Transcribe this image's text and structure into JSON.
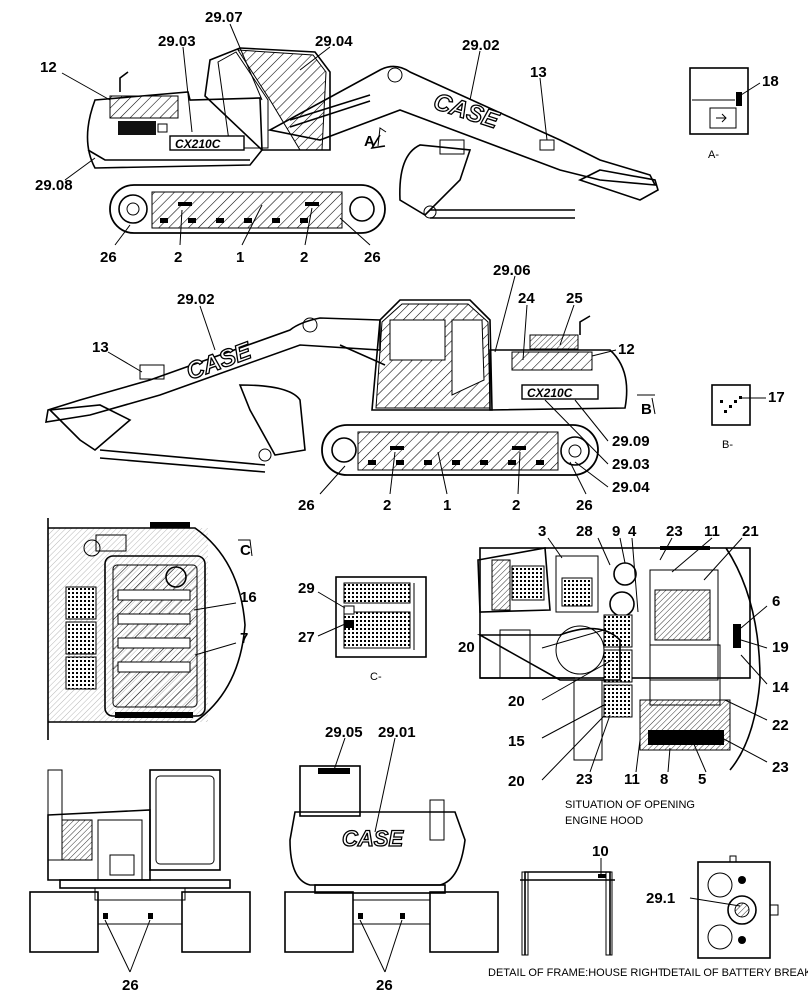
{
  "callouts": {
    "c29_07": "29.07",
    "c29_03a": "29.03",
    "c29_04a": "29.04",
    "c12a": "12",
    "c29_02a": "29.02",
    "c13a": "13",
    "c18": "18",
    "c29_08": "29.08",
    "c26a": "26",
    "c2a": "2",
    "c1a": "1",
    "c2b": "2",
    "c26b": "26",
    "c29_06": "29.06",
    "c29_02b": "29.02",
    "c24": "24",
    "c25": "25",
    "c12b": "12",
    "c13b": "13",
    "c17": "17",
    "c29_09": "29.09",
    "c29_03b": "29.03",
    "c29_04b": "29.04",
    "c26c": "26",
    "c2c": "2",
    "c1b": "1",
    "c2d": "2",
    "c26d": "26",
    "c16": "16",
    "c7": "7",
    "c29": "29",
    "c27": "27",
    "c3": "3",
    "c28": "28",
    "c9": "9",
    "c4": "4",
    "c23a": "23",
    "c11a": "11",
    "c21": "21",
    "c6": "6",
    "c19": "19",
    "c14": "14",
    "c22": "22",
    "c23b": "23",
    "c20a": "20",
    "c20b": "20",
    "c15": "15",
    "c20c": "20",
    "c23c": "23",
    "c11b": "11",
    "c8": "8",
    "c5": "5",
    "c29_05": "29.05",
    "c29_01": "29.01",
    "c10": "10",
    "c29_1": "29.1",
    "c26e": "26",
    "c26f": "26"
  },
  "view_labels": {
    "a_marker": "A",
    "a_detail": "A-",
    "b_marker": "B",
    "b_detail": "B-",
    "c_marker": "C",
    "c_detail": "C-"
  },
  "decal_text": {
    "brand": "CASE",
    "model": "CX210C"
  },
  "captions": {
    "engine_hood_line1": "SITUATION OF OPENING",
    "engine_hood_line2": "ENGINE HOOD",
    "frame_detail": "DETAIL OF FRAME:HOUSE RIGHT",
    "battery_detail": "DETAIL OF BATTERY BREAKER"
  }
}
